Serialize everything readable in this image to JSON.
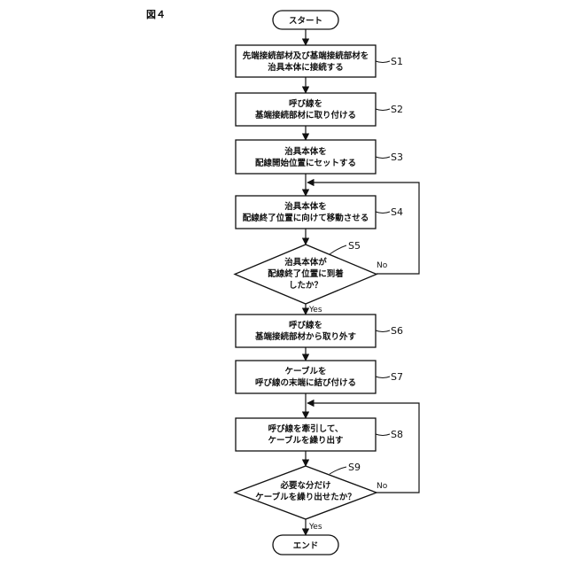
{
  "figure_label": "図４",
  "start_label": "スタート",
  "end_label": "エンド",
  "steps": [
    {
      "id": "S1",
      "lines": [
        "先端接続部材及び基端接続部材を",
        "治具本体に接続する"
      ]
    },
    {
      "id": "S2",
      "lines": [
        "呼び線を",
        "基端接続部材に取り付ける"
      ]
    },
    {
      "id": "S3",
      "lines": [
        "治具本体を",
        "配線開始位置にセットする"
      ]
    },
    {
      "id": "S4",
      "lines": [
        "治具本体を",
        "配線終了位置に向けて移動させる"
      ]
    },
    {
      "id": "S6",
      "lines": [
        "呼び線を",
        "基端接続部材から取り外す"
      ]
    },
    {
      "id": "S7",
      "lines": [
        "ケーブルを",
        "呼び線の末端に結び付ける"
      ]
    },
    {
      "id": "S8",
      "lines": [
        "呼び線を牽引して、",
        "ケーブルを繰り出す"
      ]
    }
  ],
  "decisions": [
    {
      "id": "S5",
      "lines": [
        "治具本体が",
        "配線終了位置に到着",
        "したか？"
      ],
      "yes_label": "Yes",
      "no_label": "No"
    },
    {
      "id": "S9",
      "lines": [
        "必要な分だけ",
        "ケーブルを繰り出せたか？"
      ],
      "yes_label": "Yes",
      "no_label": "No"
    }
  ]
}
